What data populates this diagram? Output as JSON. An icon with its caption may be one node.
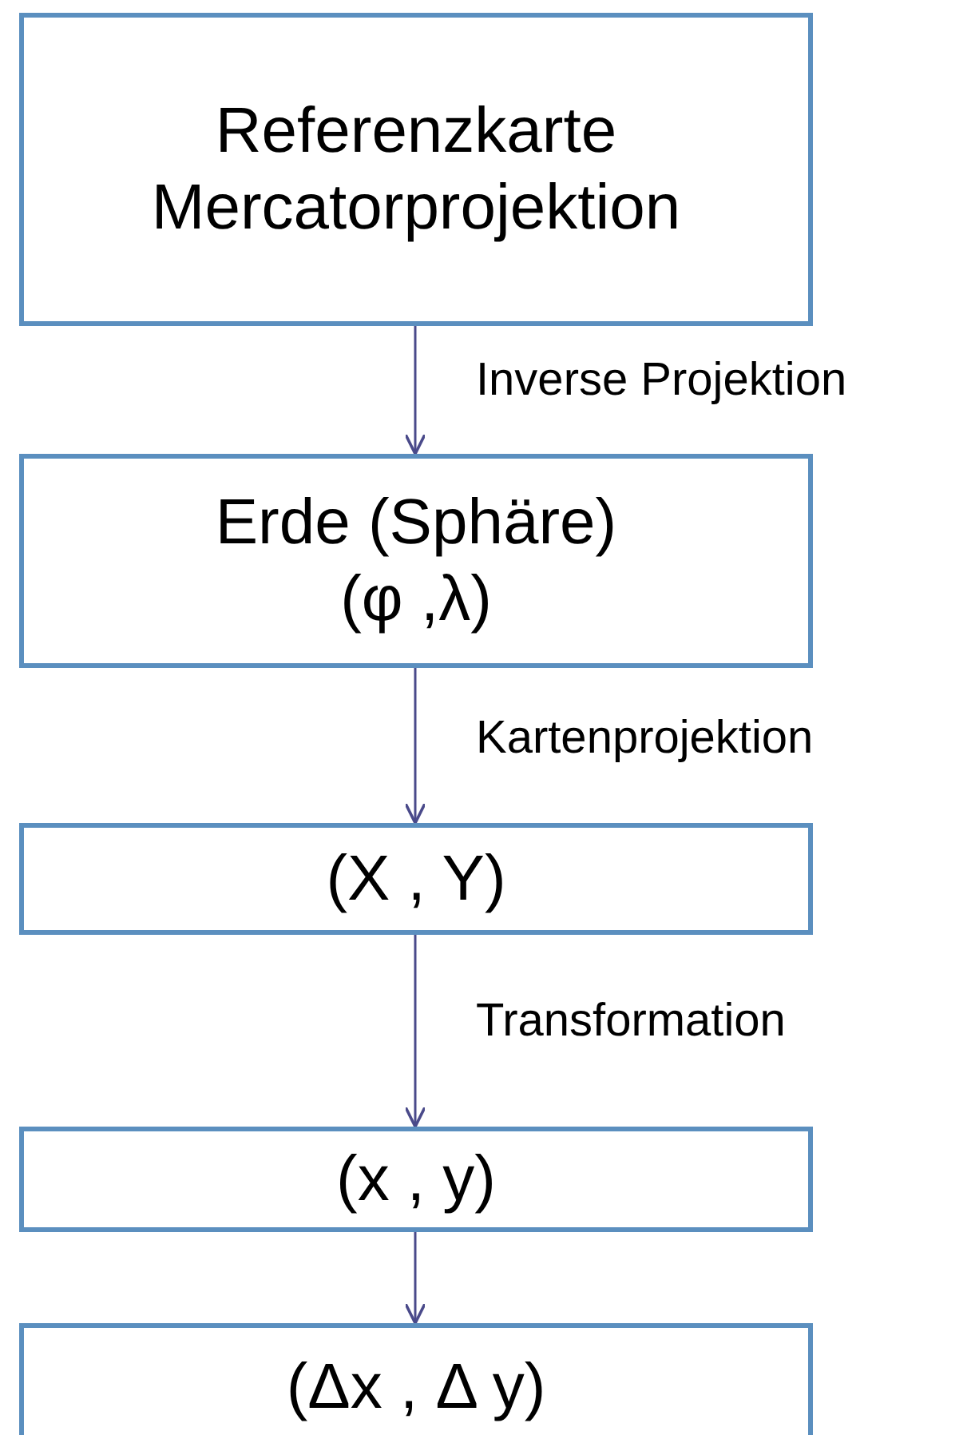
{
  "diagram": {
    "nodes": [
      {
        "text": [
          "Referenzkarte Mercatorprojektion"
        ]
      },
      {
        "text": [
          "Erde (Sphäre)",
          "(φ ,λ)"
        ]
      },
      {
        "text": [
          "(X , Y)"
        ]
      },
      {
        "text": [
          "(x , y)"
        ]
      },
      {
        "text": [
          "(Δx , Δ y)"
        ]
      }
    ],
    "edges": [
      {
        "from": 0,
        "to": 1,
        "arrow": "to",
        "label": "Inverse Projektion"
      },
      {
        "from": 1,
        "to": 2,
        "arrow": "to",
        "label": "Kartenprojektion"
      },
      {
        "from": 2,
        "to": 3,
        "arrow": "to",
        "label": "Transformation"
      },
      {
        "from": 3,
        "to": 4,
        "arrow": "to"
      }
    ]
  }
}
